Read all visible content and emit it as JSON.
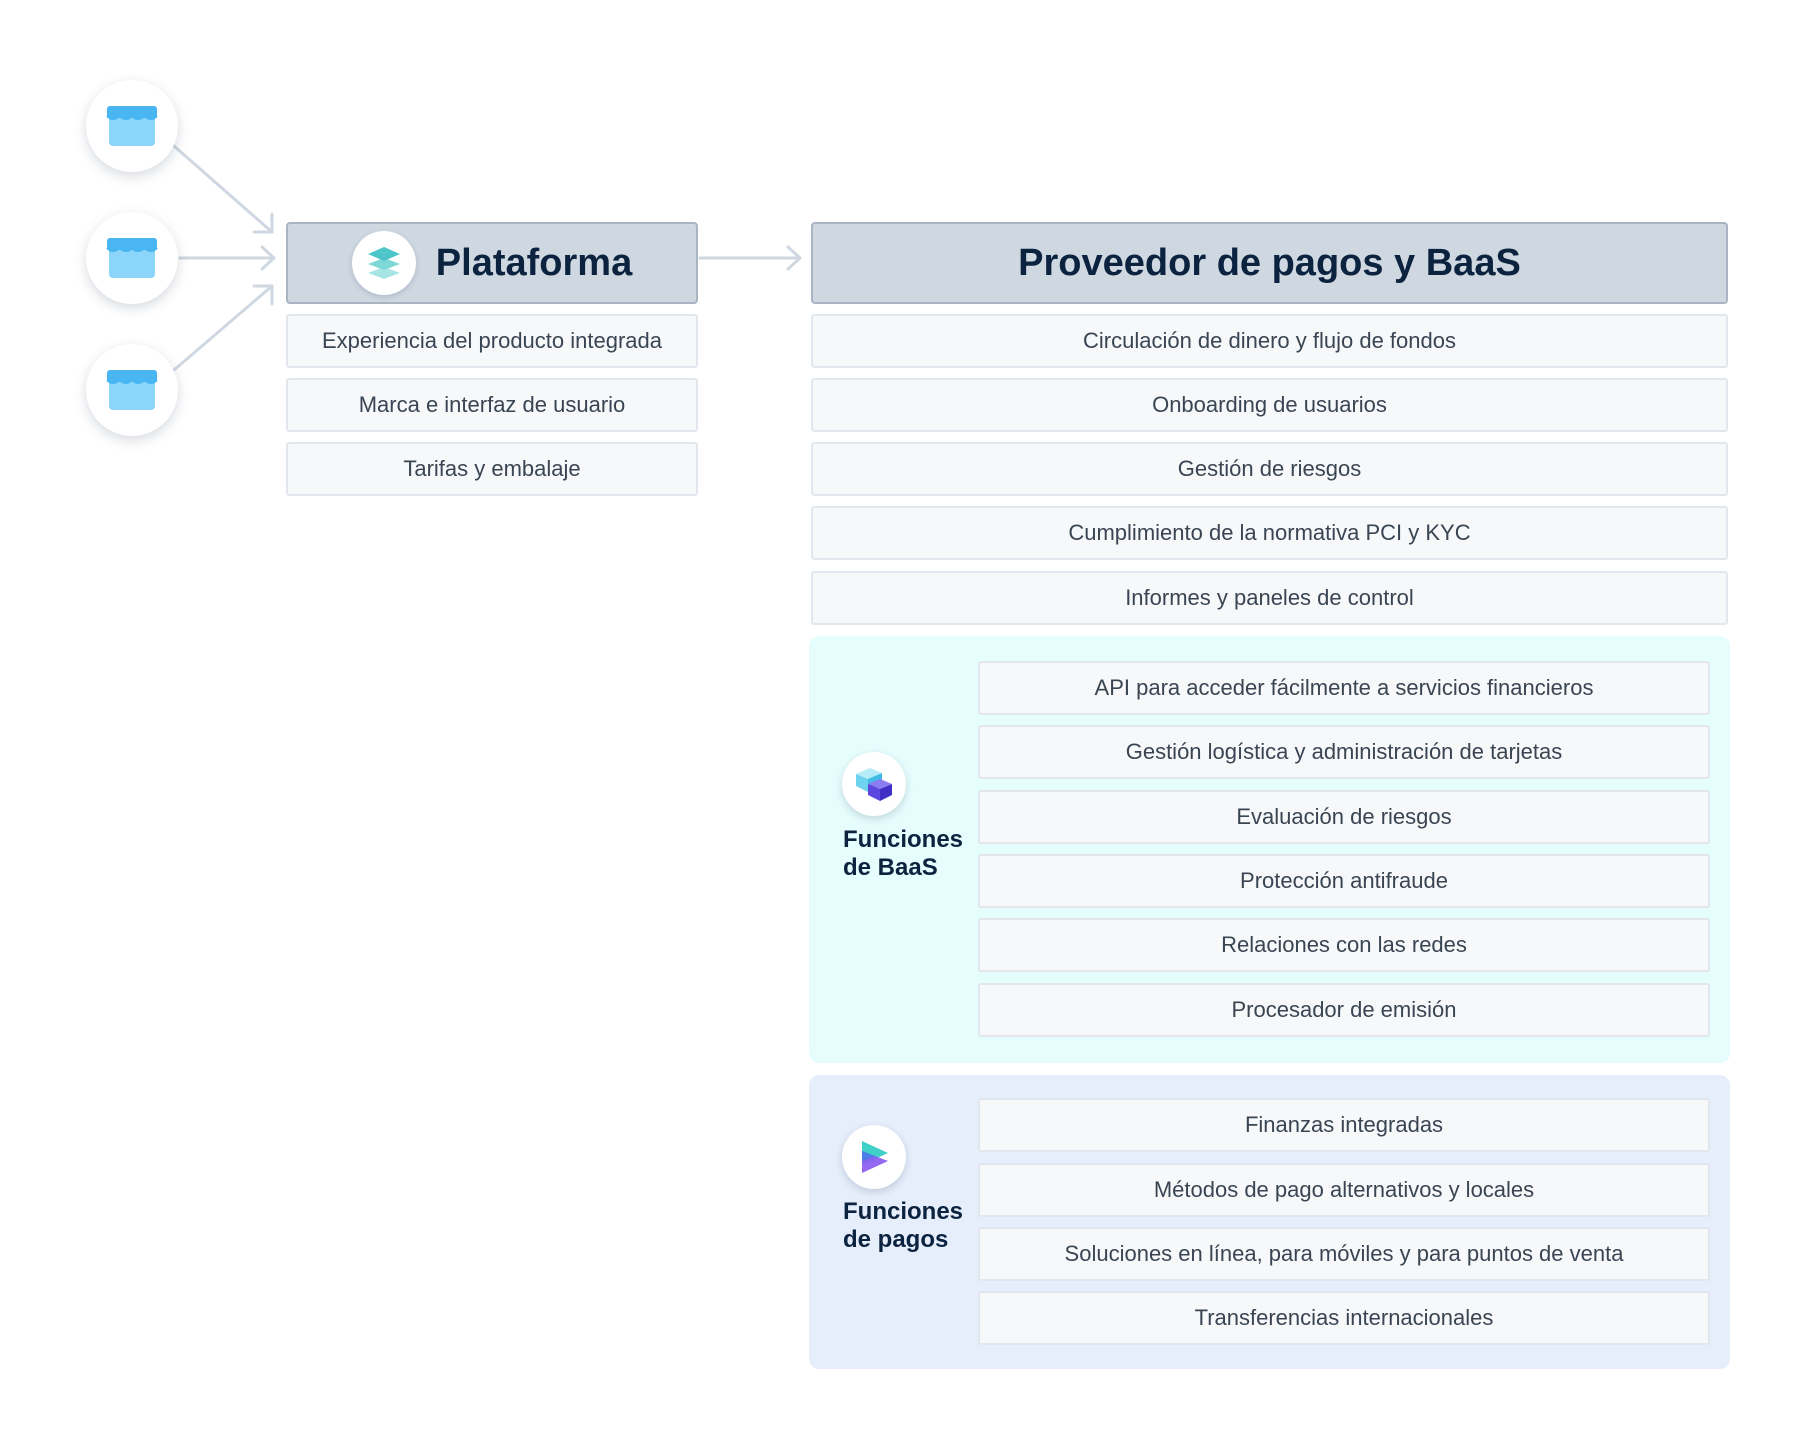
{
  "colors": {
    "header_bg": "#cfd8e1",
    "row_bg": "#f6f8fa",
    "baas_section_bg": "#e6fdfd",
    "payments_section_bg": "#e6eefb",
    "title_text": "#0c2340",
    "connector": "#cfd8e1",
    "store_icon": "#8ad5f9"
  },
  "merchants": [
    {
      "icon": "store-icon"
    },
    {
      "icon": "store-icon"
    },
    {
      "icon": "store-icon"
    }
  ],
  "platform": {
    "icon": "layers-icon",
    "title": "Plataforma",
    "items": [
      "Experiencia del producto integrada",
      "Marca e interfaz de usuario",
      "Tarifas y embalaje"
    ]
  },
  "provider": {
    "title": "Proveedor de pagos y BaaS",
    "items": [
      "Circulación de dinero y flujo de fondos",
      "Onboarding de usuarios",
      "Gestión de riesgos",
      "Cumplimiento de la normativa PCI y KYC",
      "Informes y paneles de control"
    ]
  },
  "baas": {
    "icon": "cube-icon",
    "label_line1": "Funciones",
    "label_line2": "de BaaS",
    "items": [
      "API para acceder fácilmente a servicios financieros",
      "Gestión logística y administración de tarjetas",
      "Evaluación de riesgos",
      "Protección antifraude",
      "Relaciones con las redes",
      "Procesador de emisión"
    ]
  },
  "payments": {
    "icon": "play-icon",
    "label_line1": "Funciones",
    "label_line2": "de pagos",
    "items": [
      "Finanzas integradas",
      "Métodos de pago alternativos y locales",
      "Soluciones en línea, para móviles y para puntos de venta",
      "Transferencias internacionales"
    ]
  }
}
